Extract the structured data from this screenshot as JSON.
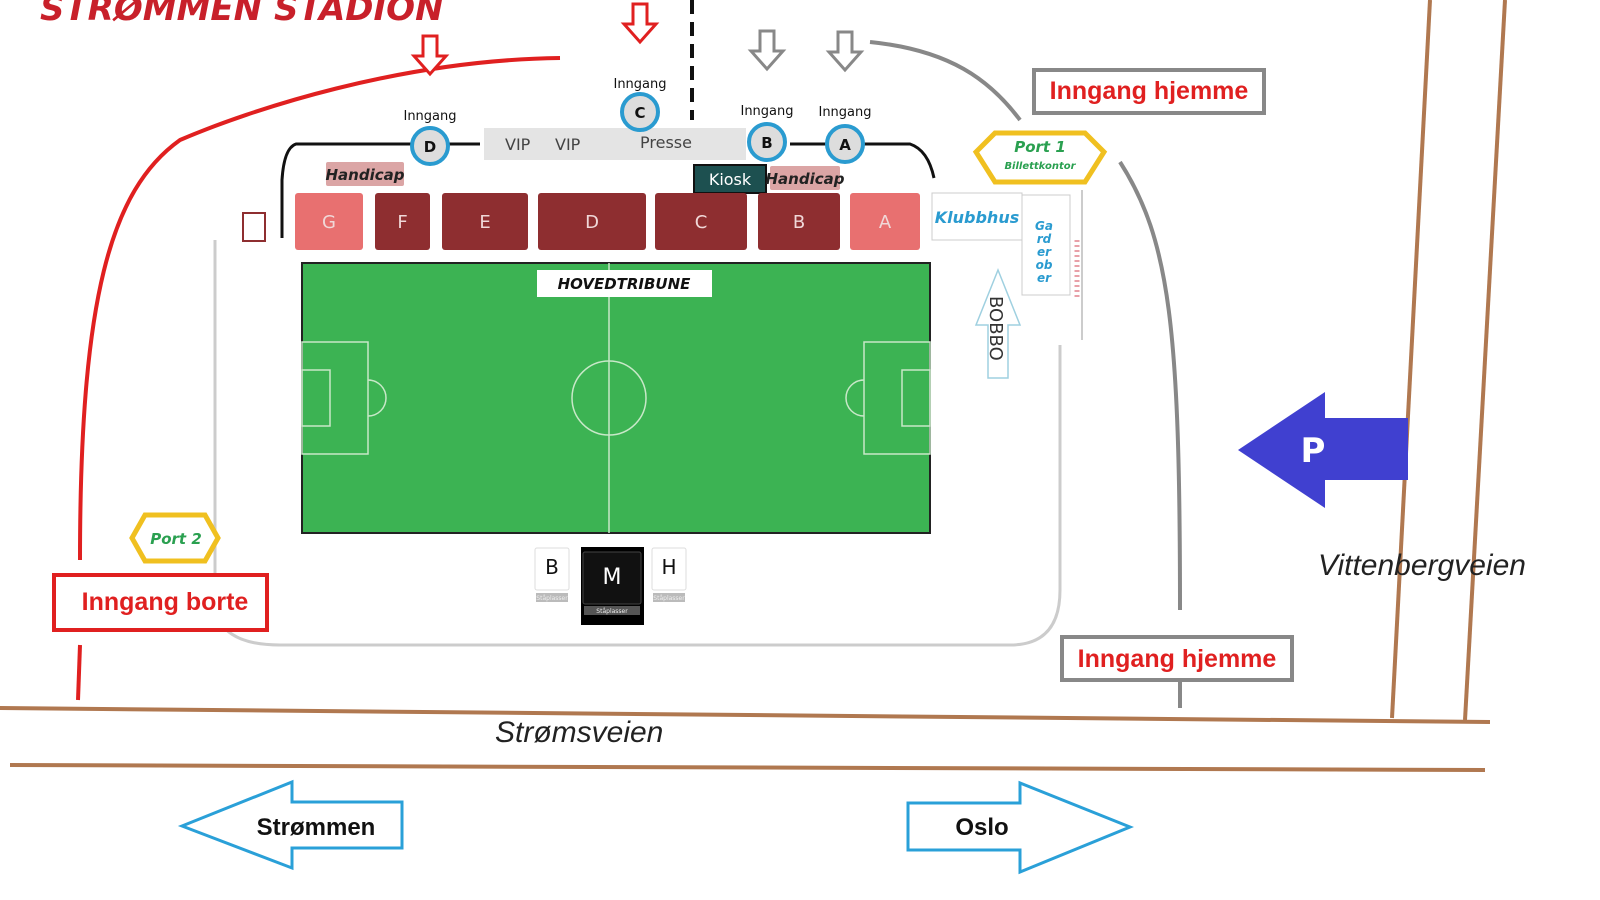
{
  "title": "STRØMMEN STADION",
  "entrances": [
    {
      "label": "Inngang",
      "gate": "D",
      "arrow_color": "#e02020"
    },
    {
      "label": "Inngang",
      "gate": "C",
      "arrow_color": "#e02020"
    },
    {
      "label": "Inngang",
      "gate": "B",
      "arrow_color": "#888888"
    },
    {
      "label": "Inngang",
      "gate": "A",
      "arrow_color": "#888888"
    }
  ],
  "main_stand_bar": {
    "vip1": "VIP",
    "vip2": "VIP",
    "press": "Presse"
  },
  "kiosk": "Kiosk",
  "handicap_left": "Handicap",
  "handicap_right": "Handicap",
  "sections": [
    "G",
    "F",
    "E",
    "D",
    "C",
    "B",
    "A"
  ],
  "section_colors": {
    "light": "#e87070",
    "dark": "#8e2e30"
  },
  "field_label": "HOVEDTRIBUNE",
  "field_color": "#3cb353",
  "klubbhus": "Klubbhus",
  "garderober": [
    "Ga",
    "rd",
    "er",
    "ob",
    "er"
  ],
  "bobbo": "BOBBO",
  "port1": {
    "title": "Port 1",
    "subtitle": "Billettkontor"
  },
  "port2": "Port 2",
  "standing": [
    {
      "letter": "B",
      "caption": "Ståplasser"
    },
    {
      "letter": "M",
      "caption": "Ståplasser"
    },
    {
      "letter": "H",
      "caption": "Ståplasser"
    }
  ],
  "inngang_hjemme_top": "Inngang hjemme",
  "inngang_hjemme_bottom": "Inngang hjemme",
  "inngang_borte": "Inngang borte",
  "parking": "P",
  "road_main": "Strømsveien",
  "road_side": "Vittenbergveien",
  "direction_left": "Strømmen",
  "direction_right": "Oslo"
}
